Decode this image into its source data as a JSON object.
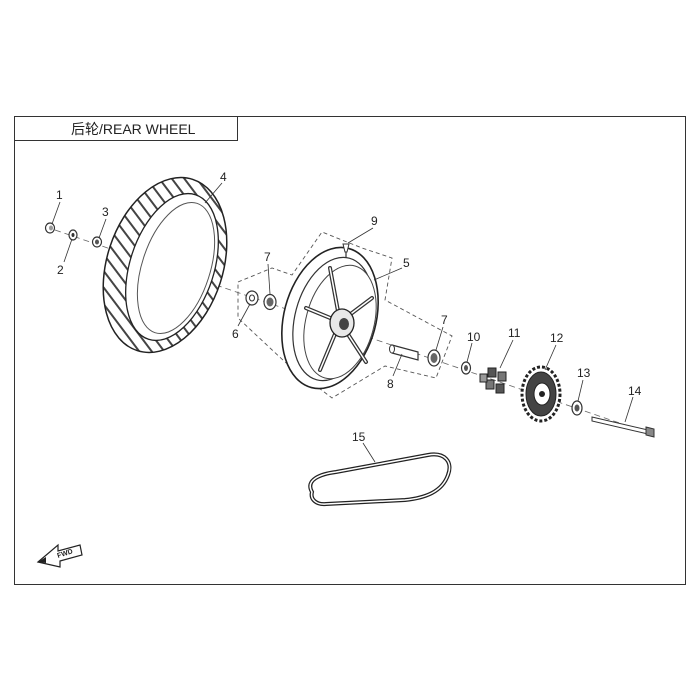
{
  "title": "后轮/REAR WHEEL",
  "callouts": [
    "1",
    "2",
    "3",
    "4",
    "5",
    "6",
    "7",
    "7",
    "8",
    "9",
    "10",
    "11",
    "12",
    "13",
    "14",
    "15"
  ],
  "direction_label": "FWD",
  "colors": {
    "line": "#333333",
    "background": "#ffffff",
    "shade": "#cfcfcf"
  }
}
